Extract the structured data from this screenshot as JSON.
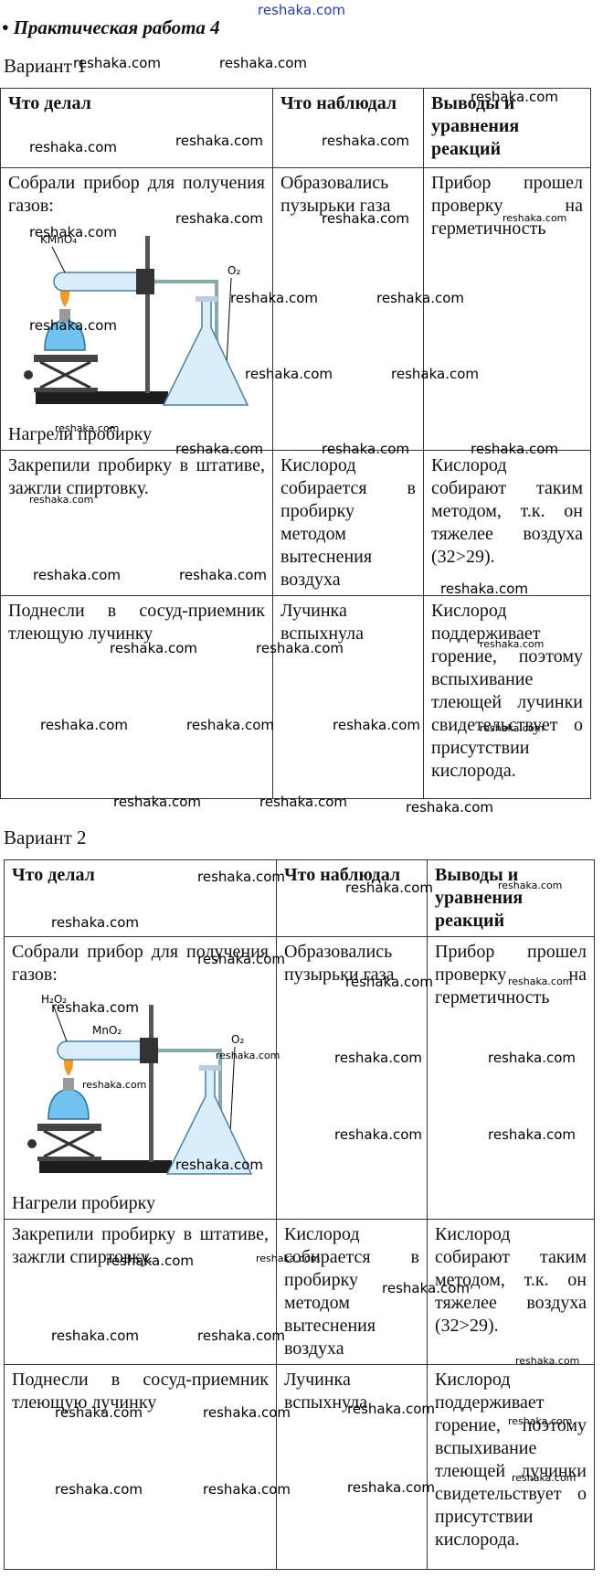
{
  "site_banner": "reshaka.com",
  "title": "• Практическая работа 4",
  "watermark_text": "reshaka.com",
  "variants": [
    {
      "label": "Вариант 1",
      "headers": [
        "Что делал",
        "Что наблюдал",
        "Выводы и",
        "уравнения реакций"
      ],
      "rows": [
        {
          "did": "Собрали прибор для получения газов:",
          "did_after": "Нагрели пробирку",
          "observed": "Образовались пузырьки газа",
          "conclusion": "Прибор прошел проверку на герметичность"
        },
        {
          "did": "Закрепили пробирку в штативе, зажгли спиртовку.",
          "observed": "Кислород собирается в пробирку методом вытеснения воздуха",
          "conclusion": "Кислород собирают таким методом, т.к. он тяжелее воздуха (32>29)."
        },
        {
          "did": "Поднесли в сосуд-приемник тлеющую лучинку",
          "observed": "Лучинка вспыхнула",
          "conclusion": "Кислород поддерживает горение, поэтому вспыхивание тлеющей лучинки свидетельствует о присутствии кислорода."
        }
      ],
      "apparatus": {
        "reagent": "KMnO₄",
        "gas": "O₂"
      }
    },
    {
      "label": "Вариант 2",
      "headers": [
        "Что делал",
        "Что наблюдал",
        "Выводы и",
        "уравнения реакций"
      ],
      "rows": [
        {
          "did": "Собрали прибор для получения газов:",
          "did_after": "Нагрели пробирку",
          "observed": "Образовались пузырьки газа",
          "conclusion": "Прибор прошел проверку на герметичность"
        },
        {
          "did": "Закрепили пробирку в штативе, зажгли спиртовку.",
          "observed": "Кислород собирается в пробирку методом вытеснения воздуха",
          "conclusion": "Кислород собирают таким методом, т.к. он тяжелее воздуха (32>29)."
        },
        {
          "did": "Поднесли в сосуд-приемник тлеющую лучинку",
          "observed": "Лучинка вспыхнула",
          "conclusion": "Кислород поддерживает горение, поэтому вспыхивание тлеющей лучинки свидетельствует о присутствии кислорода."
        }
      ],
      "apparatus": {
        "reagent": "H₂O₂",
        "catalyst": "MnO₂",
        "gas": "O₂"
      }
    }
  ],
  "colors": {
    "banner": "#2a3fb0",
    "flame": "#f29a1e",
    "liquid": "#6fc3ee",
    "glass": "#d9eefa"
  }
}
